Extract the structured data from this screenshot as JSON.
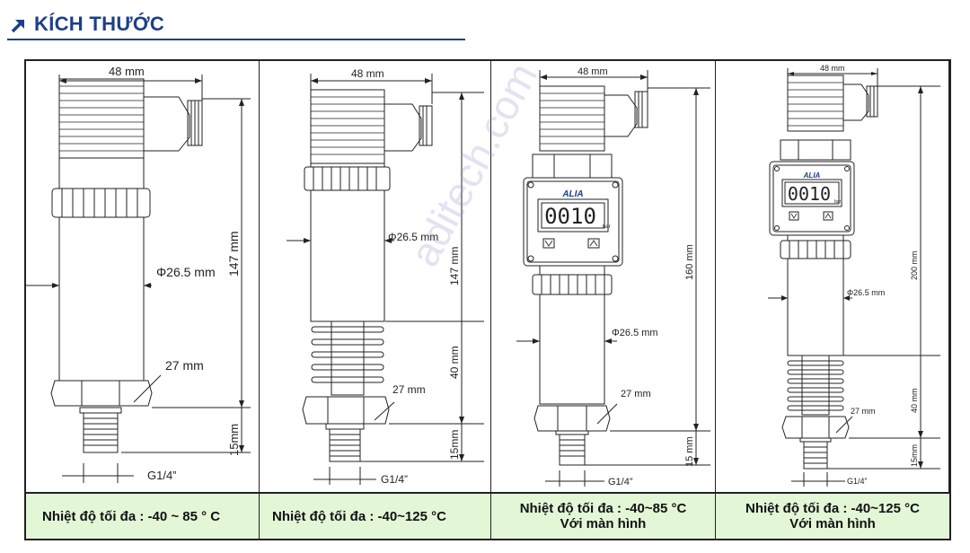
{
  "header": {
    "title": "KÍCH THƯỚC",
    "icon": "arrow-up-right-icon",
    "color": "#1c3f8a"
  },
  "watermark": "aditech.com",
  "columns": [
    {
      "dims": {
        "width": "48 mm",
        "height": "147 mm",
        "diameter": "Φ26.5 mm",
        "hex": "27 mm",
        "thread_len": "15mm",
        "thread": "G1/4”"
      },
      "footer": {
        "line1": "Nhiệt độ tối đa : -40 ~ 85 ° C",
        "line2": ""
      }
    },
    {
      "dims": {
        "width": "48 mm",
        "height": "147 mm",
        "diameter": "Φ26.5 mm",
        "fins": "40 mm",
        "hex": "27 mm",
        "thread_len": "15mm",
        "thread": "G1/4”"
      },
      "footer": {
        "line1": "Nhiệt độ tối đa : -40~125 °C",
        "line2": ""
      }
    },
    {
      "dims": {
        "width": "48 mm",
        "height": "160 mm",
        "diameter": "Φ26.5 mm",
        "hex": "27 mm",
        "thread_len": "15 mm",
        "thread": "G1/4”"
      },
      "display": {
        "brand": "ALIA",
        "value": "0010",
        "unit": "bar"
      },
      "footer": {
        "line1": "Nhiệt độ tối đa : -40~85 °C",
        "line2": "Với màn hình"
      }
    },
    {
      "dims": {
        "width": "48 mm",
        "height": "200 mm",
        "diameter": "Φ26.5 mm",
        "fins": "40 mm",
        "hex": "27 mm",
        "thread_len": "15mm",
        "thread": "G1/4”"
      },
      "display": {
        "brand": "ALIA",
        "value": "0010",
        "unit": "bar"
      },
      "footer": {
        "line1": "Nhiệt độ tối đa : -40~125 °C",
        "line2": "Với màn hình"
      }
    }
  ],
  "colors": {
    "footer_bg": "#e3f7d7",
    "brand_blue": "#1c3f8a"
  }
}
